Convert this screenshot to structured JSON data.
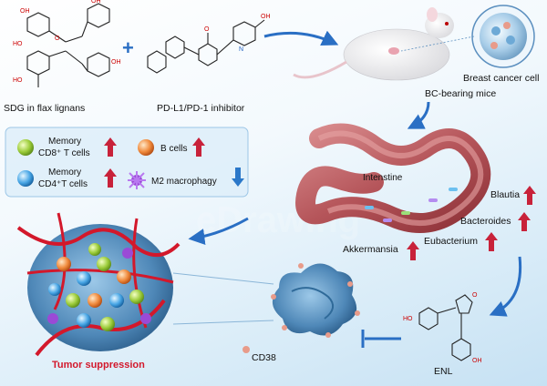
{
  "labels": {
    "sdg": "SDG in flax lignans",
    "inhibitor": "PD-L1/PD-1 inhibitor",
    "plus": "+",
    "breast_cancer_cell": "Breast cancer cell",
    "mice": "BC-bearing mice",
    "intestine": "Intenstine",
    "blautia": "Blautia",
    "bacteroides": "Bacteroides",
    "eubacterium": "Eubacterium",
    "akkermansia": "Akkermansia",
    "enl": "ENL",
    "cd38": "CD38",
    "tumor_suppression": "Tumor suppression",
    "watermark": "eDrawing"
  },
  "legend": {
    "memory_cd8_line1": "Memory",
    "memory_cd8_line2": "CD8⁺ T cells",
    "b_cells": "B cells",
    "memory_cd4_line1": "Memory",
    "memory_cd4_line2": "CD4⁺T cells",
    "m2": "M2 macrophagy"
  },
  "colors": {
    "arrow_blue": "#2a6fc4",
    "up_red": "#c8223a",
    "down_blue": "#2b78c9",
    "tumor_red": "#d3182b",
    "intestine": "#b5555a",
    "cancer_blue": "#5f9cc8",
    "cd8_green": "#9ccc3a",
    "b_orange": "#f08a3c",
    "cd4_blue": "#49a7e6",
    "m2_purple": "#9a4ad6"
  }
}
